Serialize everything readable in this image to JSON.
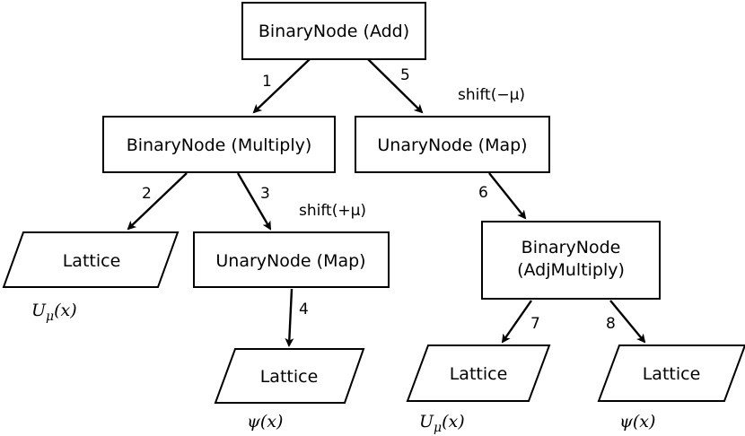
{
  "nodes": {
    "root": {
      "label": "BinaryNode (Add)"
    },
    "multiply": {
      "label": "BinaryNode (Multiply)"
    },
    "map_left": {
      "label": "UnaryNode (Map)"
    },
    "map_right": {
      "label": "UnaryNode (Map)"
    },
    "adj_multiply": {
      "line1": "BinaryNode",
      "line2": "(AdjMultiply)"
    },
    "lattice_1": {
      "label": "Lattice",
      "caption": "U_μ(x)"
    },
    "lattice_2": {
      "label": "Lattice",
      "caption": "ψ(x)"
    },
    "lattice_3": {
      "label": "Lattice",
      "caption": "U_μ(x)"
    },
    "lattice_4": {
      "label": "Lattice",
      "caption": "ψ(x)"
    }
  },
  "edges": {
    "e1": "1",
    "e2": "2",
    "e3": "3",
    "e4": "4",
    "e5": "5",
    "e6": "6",
    "e7": "7",
    "e8": "8"
  },
  "annotations": {
    "shift_minus": "shift(−μ)",
    "shift_plus": "shift(+μ)"
  }
}
